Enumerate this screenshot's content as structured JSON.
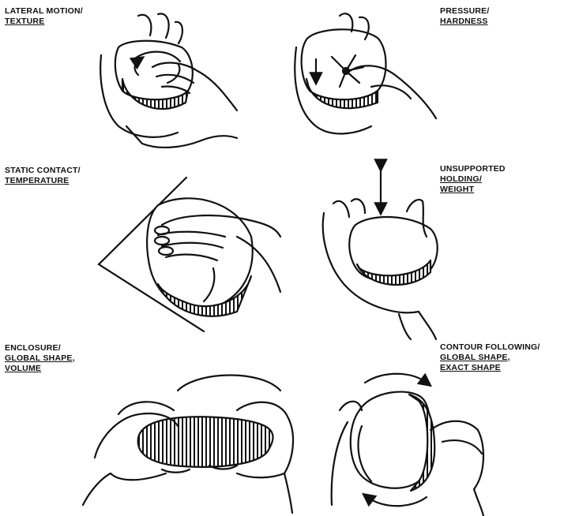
{
  "procedures": [
    {
      "title": "LATERAL MOTION/",
      "properties": [
        "TEXTURE"
      ]
    },
    {
      "title": "PRESSURE/",
      "properties": [
        "HARDNESS"
      ]
    },
    {
      "title": "STATIC CONTACT/",
      "properties": [
        "TEMPERATURE"
      ]
    },
    {
      "title": "UNSUPPORTED",
      "properties": [
        "HOLDING/",
        "WEIGHT"
      ]
    },
    {
      "title": "ENCLOSURE/",
      "properties": [
        "GLOBAL SHAPE,",
        "VOLUME"
      ]
    },
    {
      "title": "CONTOUR FOLLOWING/",
      "properties": [
        "GLOBAL SHAPE,",
        "EXACT SHAPE"
      ]
    }
  ]
}
